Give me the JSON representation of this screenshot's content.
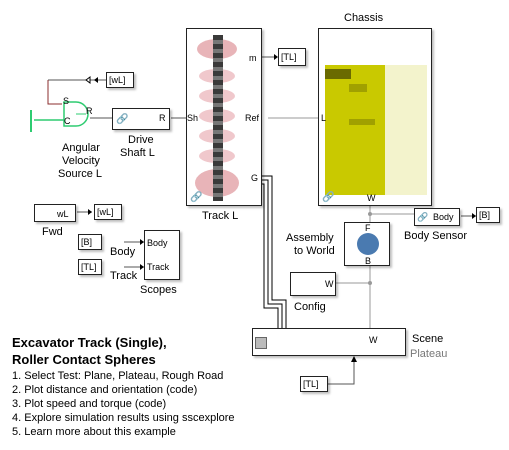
{
  "blocks": {
    "chassis": {
      "title": "Chassis",
      "port_w": "W"
    },
    "track_l": {
      "title": "Track L",
      "port_sh": "Sh",
      "port_ref": "Ref",
      "port_g": "G",
      "port_m": "m"
    },
    "drive_shaft": {
      "title_line1": "Drive",
      "title_line2": "Shaft L",
      "port_r": "R"
    },
    "angular_velocity": {
      "title_line1": "Angular",
      "title_line2": "Velocity",
      "title_line3": "Source L",
      "port_s": "S",
      "port_c": "C",
      "port_r": "R"
    },
    "fwd": {
      "title": "Fwd",
      "value": "wL"
    },
    "scopes": {
      "title": "Scopes",
      "port_body": "Body",
      "port_track": "Track"
    },
    "assembly": {
      "title_line1": "Assembly",
      "title_line2": "to World",
      "port_f": "F",
      "port_b": "B"
    },
    "config": {
      "title": "Config",
      "port_w": "W"
    },
    "body_sensor": {
      "title": "Body Sensor",
      "port_body": "Body"
    },
    "scene": {
      "title": "Scene",
      "subtitle": "Plateau",
      "port_w": "W"
    }
  },
  "tags": {
    "tl_out": "[TL]",
    "wl_in": "[wL]",
    "wl_out": "[wL]",
    "b_out": "[B]",
    "b_in": "[B]",
    "tl_in": "[TL]",
    "tl_scene": "[TL]"
  },
  "labels": {
    "body": "Body",
    "track": "Track"
  },
  "notes": {
    "title_line1": "Excavator Track (Single),",
    "title_line2": "Roller Contact Spheres",
    "items": [
      "1. Select Test: Plane, Plateau, Rough Road",
      "2. Plot distance and orientation (code)",
      "3. Plot speed and torque (code)",
      "4. Explore simulation results using sscexplore",
      "5. Learn more about this example"
    ]
  },
  "colors": {
    "chassis_yellow": "#c9c900",
    "chassis_light": "#f3f3cc",
    "track_pink": "#e8b4b8",
    "track_dark": "#3a3a3a",
    "physical_green": "#2ecc71",
    "signal_red": "#8b2c2c"
  }
}
